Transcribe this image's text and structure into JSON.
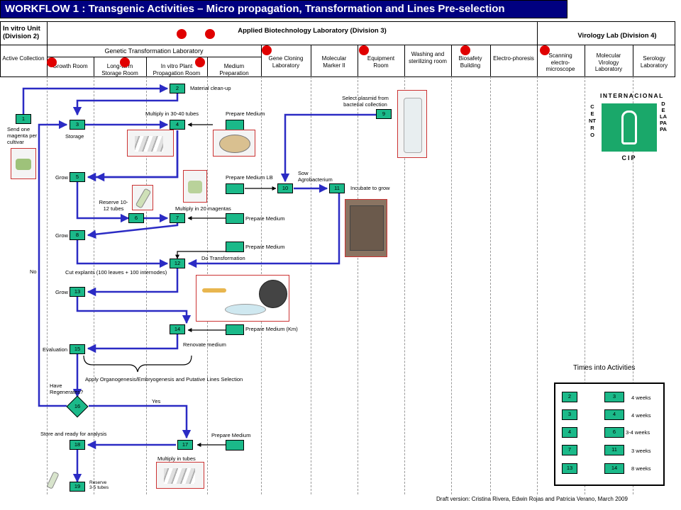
{
  "title": "WORKFLOW 1 : Transgenic Activities –  Micro propagation, Transformation and Lines Pre-selection",
  "divisions": {
    "invitro": "In vitro Unit (Division 2)",
    "applied": "Applied Biotechnology Laboratory (Division 3)",
    "virology": "Virology Lab (Division 4)",
    "genetic": "Genetic Transformation Laboratory"
  },
  "columns": {
    "active": "Active Collection",
    "growth": "Growth Room",
    "longterm": "Long-term Storage Room",
    "invitroprop": "In vitro Plant Propagation Room",
    "medium": "Medium Preparation",
    "genecloning": "Gene Cloning Laboratory",
    "molmarker": "Molecular Marker II",
    "equipment": "Equipment Room",
    "washing": "Washing and sterilizing room",
    "biosafety": "Biosafety Building",
    "electro": "Electro-phoresis",
    "scanning": "Scanning electro-microscope",
    "molvirology": "Molecular Virology Laboratory",
    "serology": "Serology Laboratory"
  },
  "nodes": {
    "n1": "1",
    "n2": "2",
    "n3": "3",
    "n4": "4",
    "n5": "5",
    "n6": "6",
    "n7": "7",
    "n8": "8",
    "n9": "9",
    "n10": "10",
    "n11": "11",
    "n12": "12",
    "n13": "13",
    "n14": "14",
    "n15": "15",
    "n16": "16",
    "n17": "17",
    "n18": "18",
    "n19": "19"
  },
  "labels": {
    "send": "Send one magenta per cultivar",
    "storage": "Storage",
    "clean": "Material clean-up",
    "mult3040": "Multiply in 30-40 tubes",
    "prep": "Prepare Medium",
    "grow": "Grow",
    "reserve": "Reserve 10-12 tubes",
    "mult20": "Multiply in 20 magentas",
    "plasmid": "Select plasmid from bacterial collection",
    "preplb": "Prepare Medium LB",
    "sow": "Sow Agrobacterium",
    "incubate": "Incubate to grow",
    "dotrans": "Do Transformation",
    "cut": "Cut explants (100 leaves + 100 internodes)",
    "prepkm": "Prepare Medium (Km)",
    "renovate": "Renovate medium",
    "evaluation": "Evaluation",
    "apply": "Apply Organogenesis/Embryogenesis and Putative Lines Selection",
    "regen": "Have Regenerates?",
    "no": "No",
    "yes": "Yes",
    "store": "Store and ready for analysis",
    "multtubes": "Multiply in tubes",
    "reserve35": "Reserve 3-5 tubes"
  },
  "logo": {
    "top": "INTERNACIONAL",
    "left": "CENTRO",
    "right": "DE LA PAPA",
    "bottom": "CIP"
  },
  "times": {
    "title": "Times into Activities",
    "rows": [
      {
        "from": "2",
        "to": "3",
        "dur": "4 weeks"
      },
      {
        "from": "3",
        "to": "4",
        "dur": "4 weeks"
      },
      {
        "from": "4",
        "to": "6",
        "dur": "3-4 weeks"
      },
      {
        "from": "7",
        "to": "11",
        "dur": "3 weeks"
      },
      {
        "from": "13",
        "to": "14",
        "dur": "8 weeks"
      }
    ]
  },
  "draft": "Draft version:  Cristina Rivera, Edwin Rojas and Patricia Verano, March 2009",
  "colors": {
    "flow": "#2b2bc4",
    "node": "#1bb989",
    "marker": "#e00000",
    "title_bg": "#000080"
  }
}
